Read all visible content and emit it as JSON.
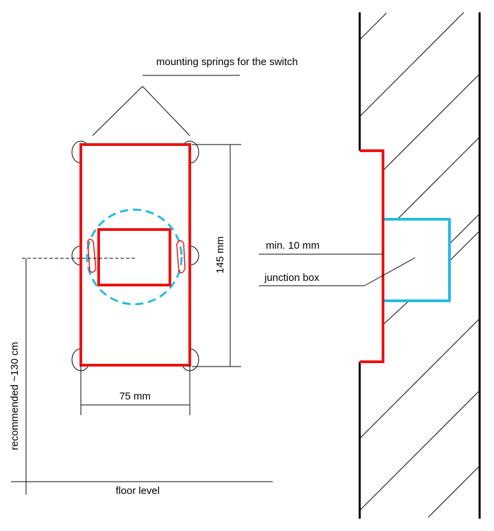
{
  "labels": {
    "mounting_springs": "mounting springs for the switch",
    "height_145": "145 mm",
    "width_75": "75 mm",
    "recommended_height": "recommended ~130 cm",
    "floor_level": "floor level",
    "min_depth": "min. 10 mm",
    "junction_box": "junction box"
  },
  "colors": {
    "switch_frame": "#ee1111",
    "junction_box": "#22bbe8",
    "lines": "#000000",
    "background": "#ffffff"
  }
}
